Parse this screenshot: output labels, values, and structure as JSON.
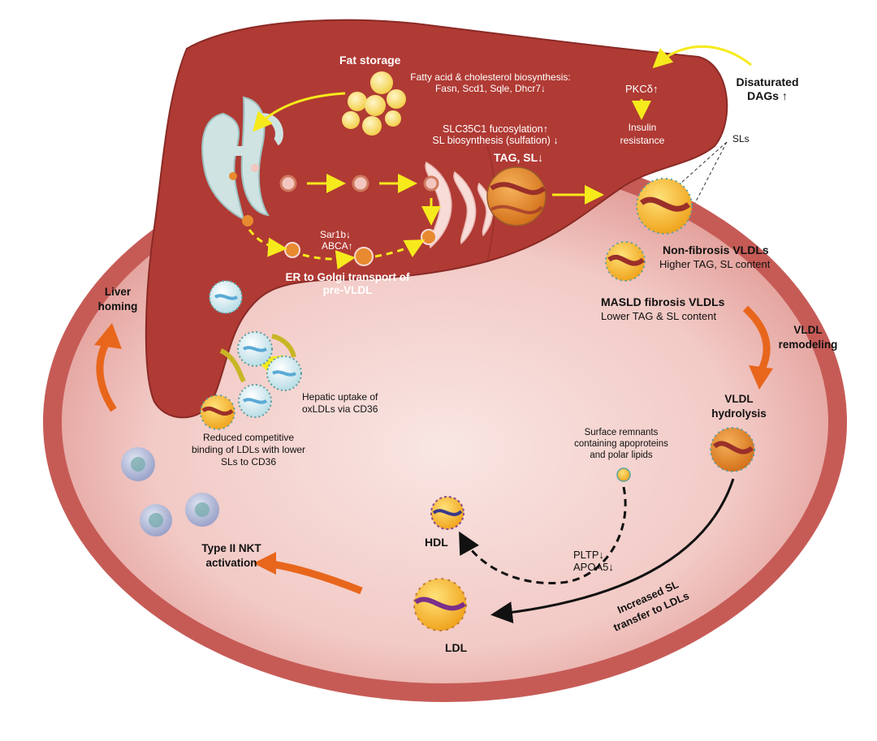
{
  "colors": {
    "liver": "#b03a34",
    "cell_outer": "#c9605b",
    "cell_inner": "#f6d9d6",
    "arrow_yellow": "#f6ea1c",
    "arrow_orange": "#e8661c",
    "particle_core": "#e88a30",
    "ldl_shell": "#f3b327",
    "oxldl": "#cfe9ef"
  },
  "labels": {
    "fat_storage": "Fat storage",
    "fa_biosynth_1": "Fatty acid  & cholesterol biosynthesis:",
    "fa_biosynth_2": "Fasn, Scd1, Sqle, Dhcr7↓",
    "pkc": "PKCδ↑",
    "insulin_1": "Insulin",
    "insulin_2": "resistance",
    "dags_1": "Disaturated",
    "dags_2": "DAGs ↑",
    "slc_1": "SLC35C1 fucosylation↑",
    "slc_2": "SL biosynthesis (sulfation) ↓",
    "tag_sl": "TAG, SL↓",
    "sls": "SLs",
    "sar1b": "Sar1b↓",
    "abca": "ABCA↑",
    "er_golgi_1": "ER to Golgi transport of",
    "er_golgi_2": "pre-VLDL",
    "liver_homing_1": "Liver",
    "liver_homing_2": "homing",
    "nonfib_1": "Non-fibrosis VLDLs",
    "nonfib_2": "Higher TAG, SL content",
    "masld_1": "MASLD fibrosis VLDLs",
    "masld_2": "Lower TAG & SL content",
    "vldl_remod_1": "VLDL",
    "vldl_remod_2": "remodeling",
    "hepatic_1": "Hepatic uptake of",
    "hepatic_2": "oxLDLs via CD36",
    "reduced_1": "Reduced competitive",
    "reduced_2": "binding of LDLs with lower",
    "reduced_3": "SLs to CD36",
    "vldl_hydro_1": "VLDL",
    "vldl_hydro_2": "hydrolysis",
    "surface_1": "Surface remnants",
    "surface_2": "containing apoproteins",
    "surface_3": "and polar lipids",
    "hdl": "HDL",
    "pltp": "PLTP↓",
    "apoa5": "APOA5↓",
    "nkt_1": "Type II NKT",
    "nkt_2": "activation",
    "increased_1": "Increased SL",
    "increased_2": "transfer to LDLs",
    "ldl": "LDL"
  }
}
